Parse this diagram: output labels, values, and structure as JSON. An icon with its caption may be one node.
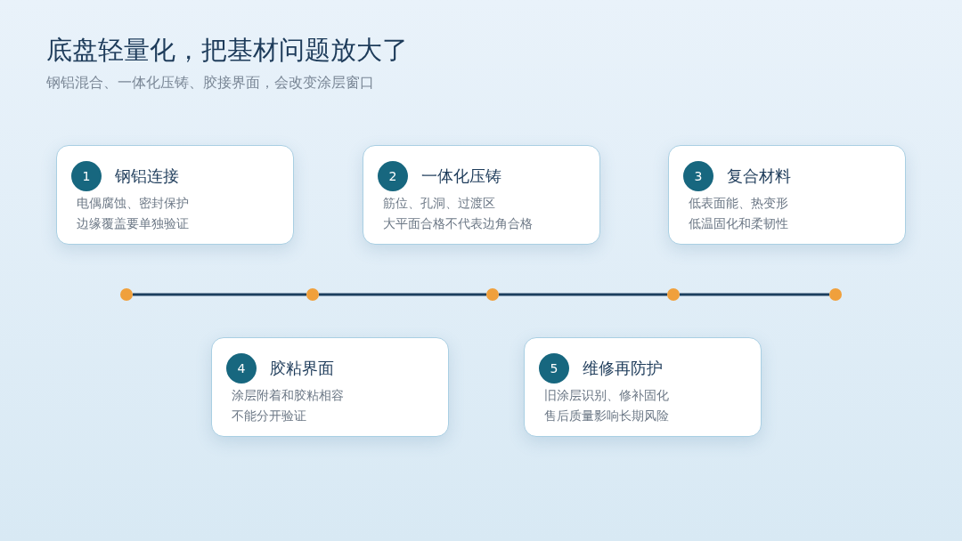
{
  "diagram": {
    "title": "底盘轻量化，把基材问题放大了",
    "caption": "钢铝混合、一体化压铸、胶接界面，会改变涂层窗口",
    "nodes": [
      {
        "text": [
          "钢铝连接",
          "电偶腐蚀、密封保护",
          "边缘覆盖要单独验证"
        ]
      },
      {
        "text": [
          "1"
        ],
        "in": 0
      },
      {
        "text": [
          "一体化压铸",
          "筋位、孔洞、过渡区",
          "大平面合格不代表边角合格"
        ]
      },
      {
        "text": [
          "2"
        ],
        "in": 2
      },
      {
        "text": [
          "复合材料",
          "低表面能、热变形",
          "低温固化和柔韧性"
        ]
      },
      {
        "text": [
          "3"
        ],
        "in": 4
      },
      {
        "text": [],
        "shape": "circle"
      },
      {
        "text": [],
        "shape": "circle"
      },
      {
        "text": [],
        "shape": "circle"
      },
      {
        "text": [],
        "shape": "circle"
      },
      {
        "text": [],
        "shape": "circle"
      },
      {
        "text": [
          "胶粘界面",
          "涂层附着和胶粘相容",
          "不能分开验证"
        ]
      },
      {
        "text": [
          "4"
        ],
        "in": 11
      },
      {
        "text": [
          "维修再防护",
          "旧涂层识别、修补固化",
          "售后质量影响长期风险"
        ]
      },
      {
        "text": [
          "5"
        ],
        "in": 13
      }
    ],
    "edges": [
      {
        "from": 6,
        "to": 7,
        "arrow": "none"
      },
      {
        "from": 7,
        "to": 8,
        "arrow": "none"
      },
      {
        "from": 8,
        "to": 9,
        "arrow": "none"
      },
      {
        "from": 9,
        "to": 10,
        "arrow": "none"
      }
    ]
  }
}
